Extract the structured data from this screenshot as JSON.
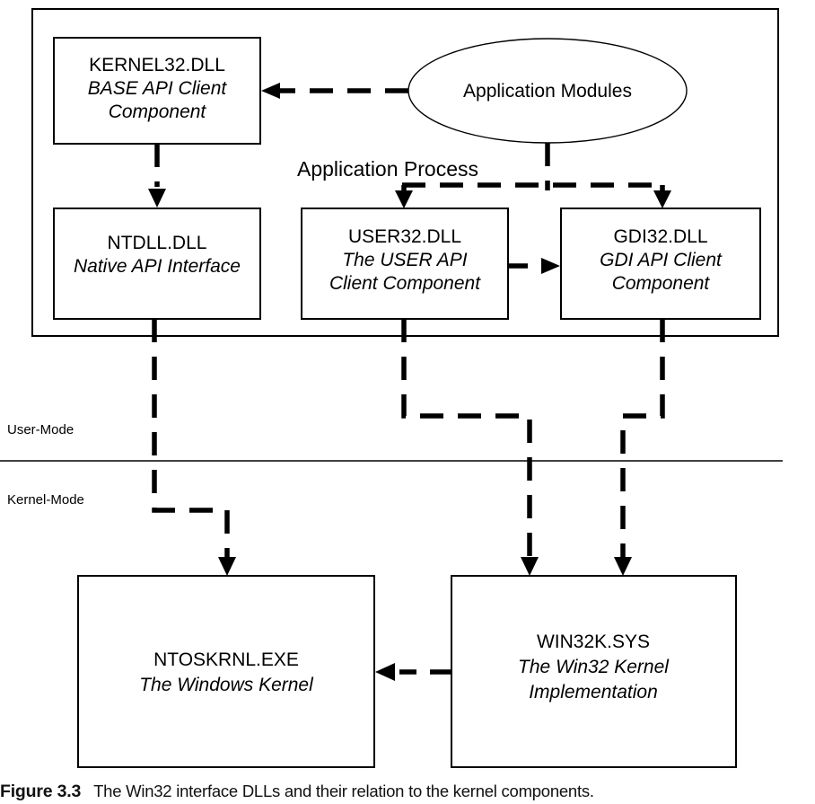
{
  "figure": {
    "caption_number": "Figure 3.3",
    "caption_text": "The Win32 interface DLLs and their relation to the kernel components."
  },
  "process_container": {
    "label": "Application Process"
  },
  "application_modules": {
    "label": "Application Modules",
    "shape": "ellipse"
  },
  "mode_divider": {
    "user_mode_label": "User-Mode",
    "kernel_mode_label": "Kernel-Mode"
  },
  "boxes": {
    "kernel32": {
      "title": "KERNEL32.DLL",
      "subtitle_line1": "BASE API Client",
      "subtitle_line2": "Component"
    },
    "ntdll": {
      "title": "NTDLL.DLL",
      "subtitle_line1": "Native API Interface",
      "subtitle_line2": ""
    },
    "user32": {
      "title": "USER32.DLL",
      "subtitle_line1": "The USER API",
      "subtitle_line2": "Client Component"
    },
    "gdi32": {
      "title": "GDI32.DLL",
      "subtitle_line1": "GDI API Client",
      "subtitle_line2": "Component"
    },
    "ntoskrnl": {
      "title": "NTOSKRNL.EXE",
      "subtitle_line1": "The Windows Kernel",
      "subtitle_line2": ""
    },
    "win32k": {
      "title": "WIN32K.SYS",
      "subtitle_line1": "The Win32 Kernel",
      "subtitle_line2": "Implementation"
    }
  },
  "colors": {
    "stroke": "#000000",
    "background": "#ffffff",
    "text": "#000000",
    "caption_text": "#111111"
  }
}
